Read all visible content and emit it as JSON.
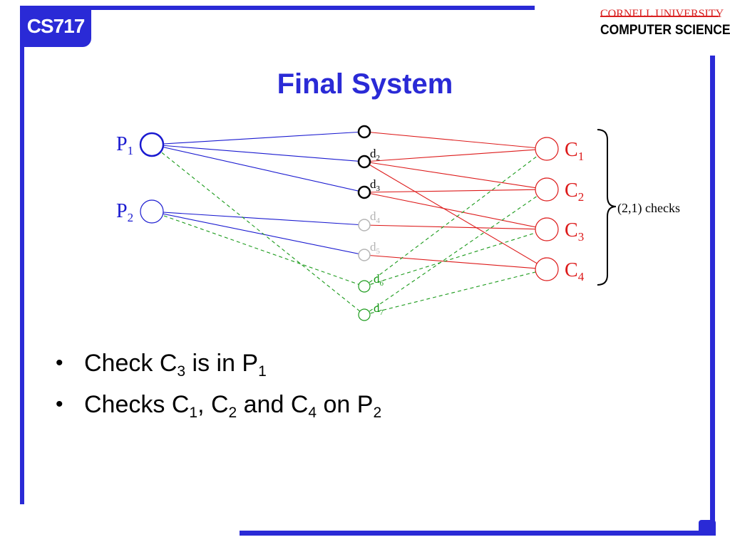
{
  "course_badge": "CS717",
  "logo": {
    "line1": "CORNELL UNIVERSITY",
    "line2": "COMPUTER SCIENCE"
  },
  "title": "Final System",
  "diagram": {
    "processors": [
      {
        "id": "p1",
        "label": "P",
        "sub": "1"
      },
      {
        "id": "p2",
        "label": "P",
        "sub": "2"
      }
    ],
    "data_nodes": [
      {
        "id": "d1",
        "label": "",
        "sub": ""
      },
      {
        "id": "d2",
        "label": "d",
        "sub": "2"
      },
      {
        "id": "d3",
        "label": "d",
        "sub": "3"
      },
      {
        "id": "d4",
        "label": "d",
        "sub": "4"
      },
      {
        "id": "d5",
        "label": "d",
        "sub": "5"
      },
      {
        "id": "d6",
        "label": "d",
        "sub": "6"
      },
      {
        "id": "d7",
        "label": "d",
        "sub": "7"
      }
    ],
    "checks": [
      {
        "id": "c1",
        "label": "C",
        "sub": "1"
      },
      {
        "id": "c2",
        "label": "C",
        "sub": "2"
      },
      {
        "id": "c3",
        "label": "C",
        "sub": "3"
      },
      {
        "id": "c4",
        "label": "C",
        "sub": "4"
      }
    ],
    "brace_label": "(2,1) checks",
    "edges": [
      {
        "from": "p1",
        "to": "d1",
        "style": "blue"
      },
      {
        "from": "p1",
        "to": "d2",
        "style": "blue"
      },
      {
        "from": "p1",
        "to": "d3",
        "style": "blue"
      },
      {
        "from": "p2",
        "to": "d4",
        "style": "blue"
      },
      {
        "from": "p2",
        "to": "d5",
        "style": "blue"
      },
      {
        "from": "p1",
        "to": "d7",
        "style": "green-dash"
      },
      {
        "from": "p2",
        "to": "d6",
        "style": "green-dash"
      },
      {
        "from": "d1",
        "to": "c1",
        "style": "red"
      },
      {
        "from": "d2",
        "to": "c1",
        "style": "red"
      },
      {
        "from": "d2",
        "to": "c2",
        "style": "red"
      },
      {
        "from": "d2",
        "to": "c4",
        "style": "red"
      },
      {
        "from": "d3",
        "to": "c2",
        "style": "red"
      },
      {
        "from": "d3",
        "to": "c3",
        "style": "red"
      },
      {
        "from": "d4",
        "to": "c3",
        "style": "red"
      },
      {
        "from": "d5",
        "to": "c4",
        "style": "red"
      },
      {
        "from": "d6",
        "to": "c1",
        "style": "green-dash"
      },
      {
        "from": "d6",
        "to": "c3",
        "style": "green-dash"
      },
      {
        "from": "d7",
        "to": "c2",
        "style": "green-dash"
      },
      {
        "from": "d7",
        "to": "c4",
        "style": "green-dash"
      }
    ],
    "colors": {
      "blue": "#1a1ad0",
      "red": "#dd1a1a",
      "green": "#1a9a1a",
      "gray": "#b4b4b4",
      "black": "#000000"
    }
  },
  "bullets": [
    [
      {
        "t": "Check C"
      },
      {
        "sub": "3"
      },
      {
        "t": " is in P"
      },
      {
        "sub": "1"
      }
    ],
    [
      {
        "t": "Checks C"
      },
      {
        "sub": "1"
      },
      {
        "t": ", C"
      },
      {
        "sub": "2"
      },
      {
        "t": " and C"
      },
      {
        "sub": "4"
      },
      {
        "t": " on P"
      },
      {
        "sub": "2"
      }
    ]
  ]
}
